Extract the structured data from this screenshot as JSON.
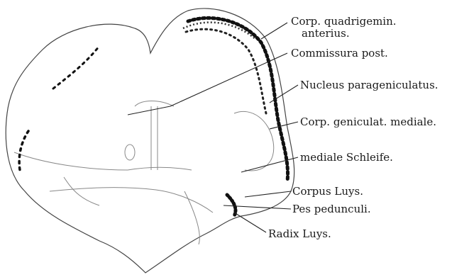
{
  "labels": {
    "corp_quadrigemin": "Corp. quadrigemin.",
    "anterius": "anterius.",
    "commissura_post": "Commissura post.",
    "nucleus_parageniculatus": "Nucleus parageniculatus.",
    "corp_geniculat_mediale": "Corp. geniculat. mediale.",
    "mediale_schleife": "mediale Schleife.",
    "corpus_luys": "Corpus Luys.",
    "pes_pedunculi": "Pes pedunculi.",
    "radix_luys": "Radix Luys."
  }
}
